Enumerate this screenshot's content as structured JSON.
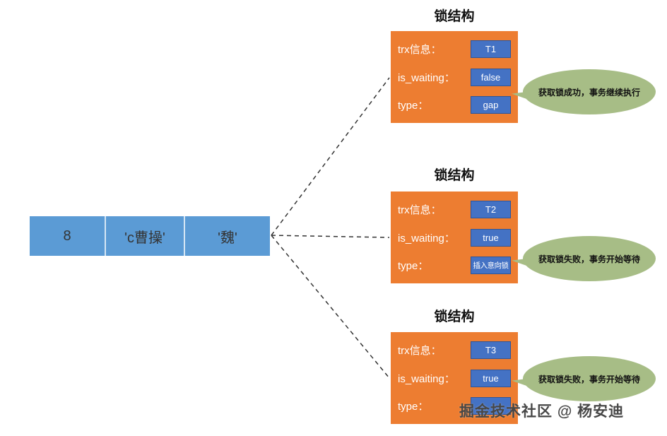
{
  "colors": {
    "canvas_bg": "#ffffff",
    "record_blue": "#5B9BD5",
    "box_orange": "#ED7D31",
    "badge_blue": "#4472C4",
    "bubble_green": "#A7BD86"
  },
  "record": {
    "cells": [
      "8",
      "'c曹操'",
      "'魏'"
    ]
  },
  "lock_structures": [
    {
      "title": "锁结构",
      "rows": [
        {
          "label": "trx信息：",
          "value": "T1"
        },
        {
          "label": "is_waiting：",
          "value": "false"
        },
        {
          "label": "type：",
          "value": "gap"
        }
      ],
      "bubble": "获取锁成功，事务继续执行"
    },
    {
      "title": "锁结构",
      "rows": [
        {
          "label": "trx信息：",
          "value": "T2"
        },
        {
          "label": "is_waiting：",
          "value": "true"
        },
        {
          "label": "type：",
          "value": "插入意向锁"
        }
      ],
      "bubble": "获取锁失败，事务开始等待"
    },
    {
      "title": "锁结构",
      "rows": [
        {
          "label": "trx信息：",
          "value": "T3"
        },
        {
          "label": "is_waiting：",
          "value": "true"
        },
        {
          "label": "type：",
          "value": ""
        }
      ],
      "bubble": "获取锁失败，事务开始等待"
    }
  ],
  "watermark": "掘金技术社区 @ 杨安迪"
}
